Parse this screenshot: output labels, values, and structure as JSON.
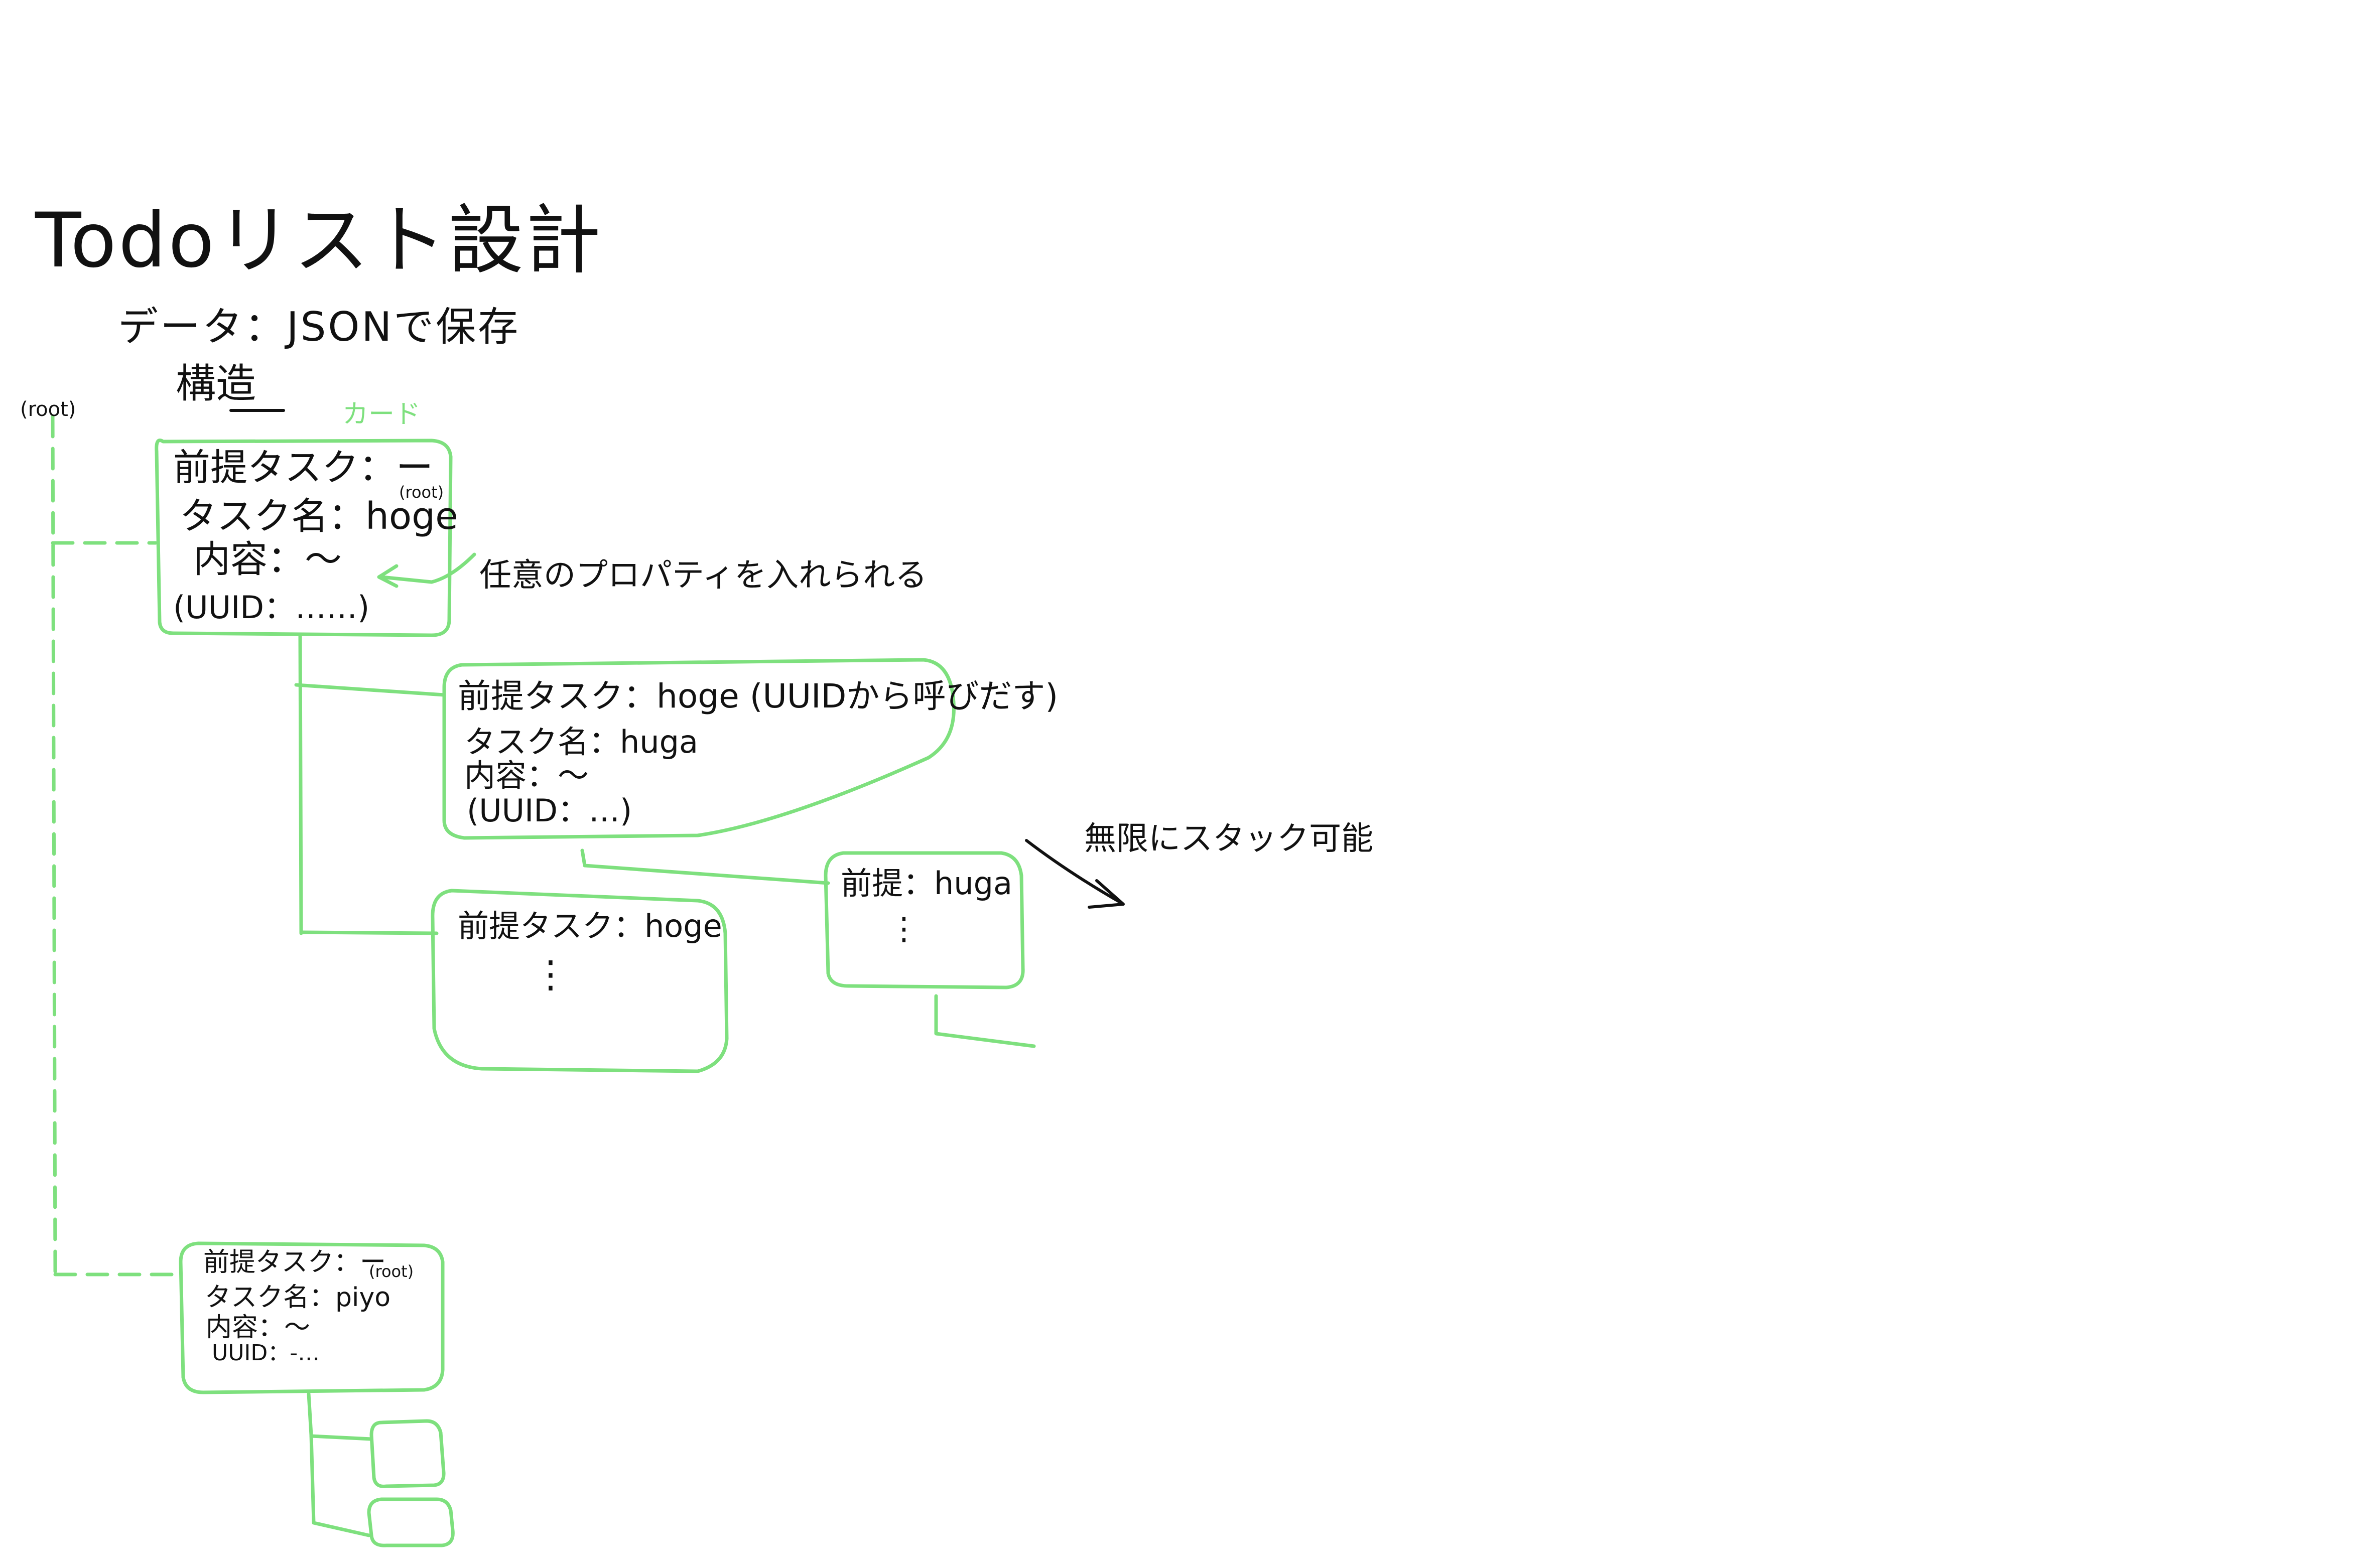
{
  "title": "Todoリスト設計",
  "subtitle": "データ：JSONで保存",
  "heading": "構造",
  "root_label": "(root)",
  "card_label": "カード",
  "annotations": {
    "arbitrary_properties": "任意のプロパティを入れられる",
    "infinite_stack": "無限にスタック可能"
  },
  "cards": {
    "root_card": {
      "prereq": "前提タスク：ー",
      "prereq_tag": "(root)",
      "name": "タスク名：hoge",
      "content": "内容：〜",
      "uuid": "(UUID：……)"
    },
    "child_card_1": {
      "prereq": "前提タスク：hoge (UUIDから呼びだす)",
      "name": "タスク名：huga",
      "content": "内容：〜",
      "uuid": "(UUID：…)"
    },
    "child_card_2": {
      "prereq": "前提タスク：hoge",
      "dots": "⋮"
    },
    "grandchild_card": {
      "prereq": "前提：huga",
      "dots": "⋮"
    },
    "second_root_card": {
      "prereq": "前提タスク：ー",
      "prereq_tag": "(root)",
      "name": "タスク名：piyo",
      "content": "内容：〜",
      "uuid": "UUID：-…"
    }
  },
  "colors": {
    "ink": "#111111",
    "green": "#7ee07e"
  }
}
